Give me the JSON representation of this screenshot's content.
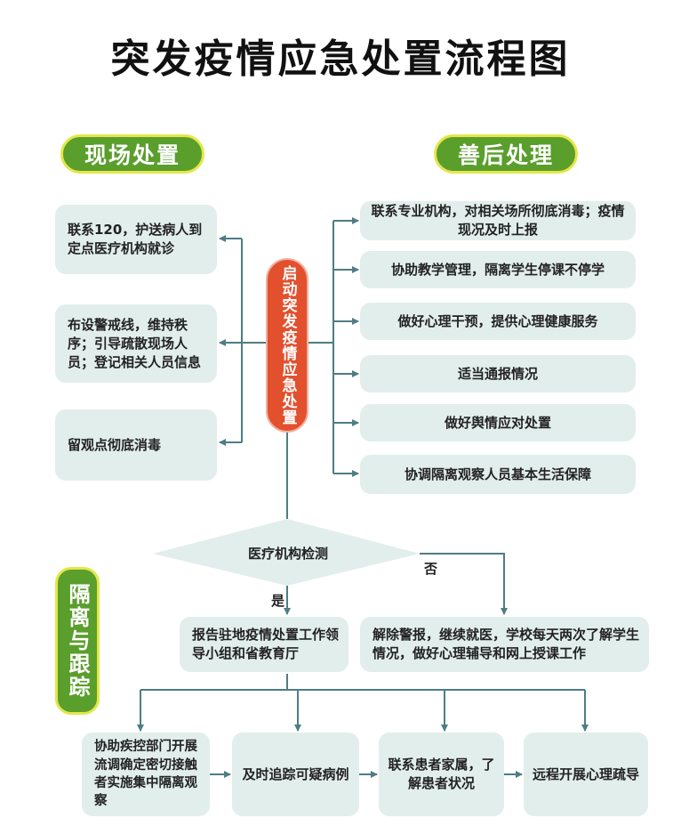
{
  "title": "突发疫情应急处置流程图",
  "sections": {
    "onsite": "现场处置",
    "aftermath": "善后处理",
    "isolation": "隔离与跟踪"
  },
  "center_label": "启动突发疫情应急处置",
  "onsite_items": [
    "联系120，护送病人到定点医疗机构就诊",
    "布设警戒线，维持秩序；引导疏散现场人员；登记相关人员信息",
    "留观点彻底消毒"
  ],
  "aftermath_items": [
    "联系专业机构，对相关场所彻底消毒；疫情现况及时上报",
    "协助教学管理，隔离学生停课不停学",
    "做好心理干预，提供心理健康服务",
    "适当通报情况",
    "做好舆情应对处置",
    "协调隔离观察人员基本生活保障"
  ],
  "decision": {
    "label": "医疗机构检测",
    "yes": "是",
    "no": "否"
  },
  "yes_result": "报告驻地疫情处置工作领导小组和省教育厅",
  "no_result": "解除警报，继续就医，学校每天两次了解学生情况，做好心理辅导和网上授课工作",
  "tracking_items": [
    "协助疾控部门开展流调确定密切接触者实施集中隔离观察",
    "及时追踪可疑病例",
    "联系患者家属，了解患者状况",
    "远程开展心理疏导"
  ],
  "colors": {
    "section_green": "#5a9e2c",
    "section_border": "#e4e64a",
    "center_red": "#e2502e",
    "box_bg": "#e2eeec",
    "line": "#4e7d83"
  }
}
